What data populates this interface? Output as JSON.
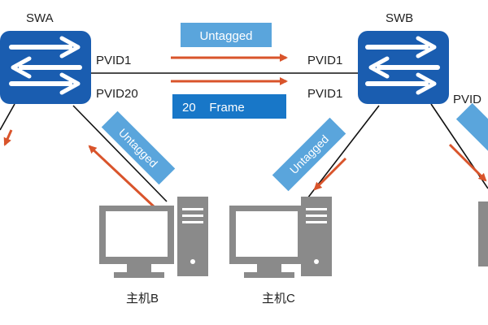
{
  "switches": {
    "swa": {
      "name": "SWA"
    },
    "swb": {
      "name": "SWB"
    }
  },
  "ports": {
    "swa_top": "PVID1",
    "swa_bottom": "PVID20",
    "swb_top": "PVID1",
    "swb_bottom": "PVID1",
    "swb_right": "PVID"
  },
  "boxes": {
    "untagged_top": "Untagged",
    "frame": "20    Frame",
    "untagged_hostb": "Untagged",
    "untagged_hostc": "Untagged"
  },
  "hosts": {
    "host_b": "主机B",
    "host_c": "主机C"
  },
  "colors": {
    "switch_blue": "#1a5db0",
    "label_blue": "#5aa5dc",
    "frame_blue": "#1877c8",
    "arrow_red": "#d9542b",
    "device_gray": "#8a8a8a"
  }
}
